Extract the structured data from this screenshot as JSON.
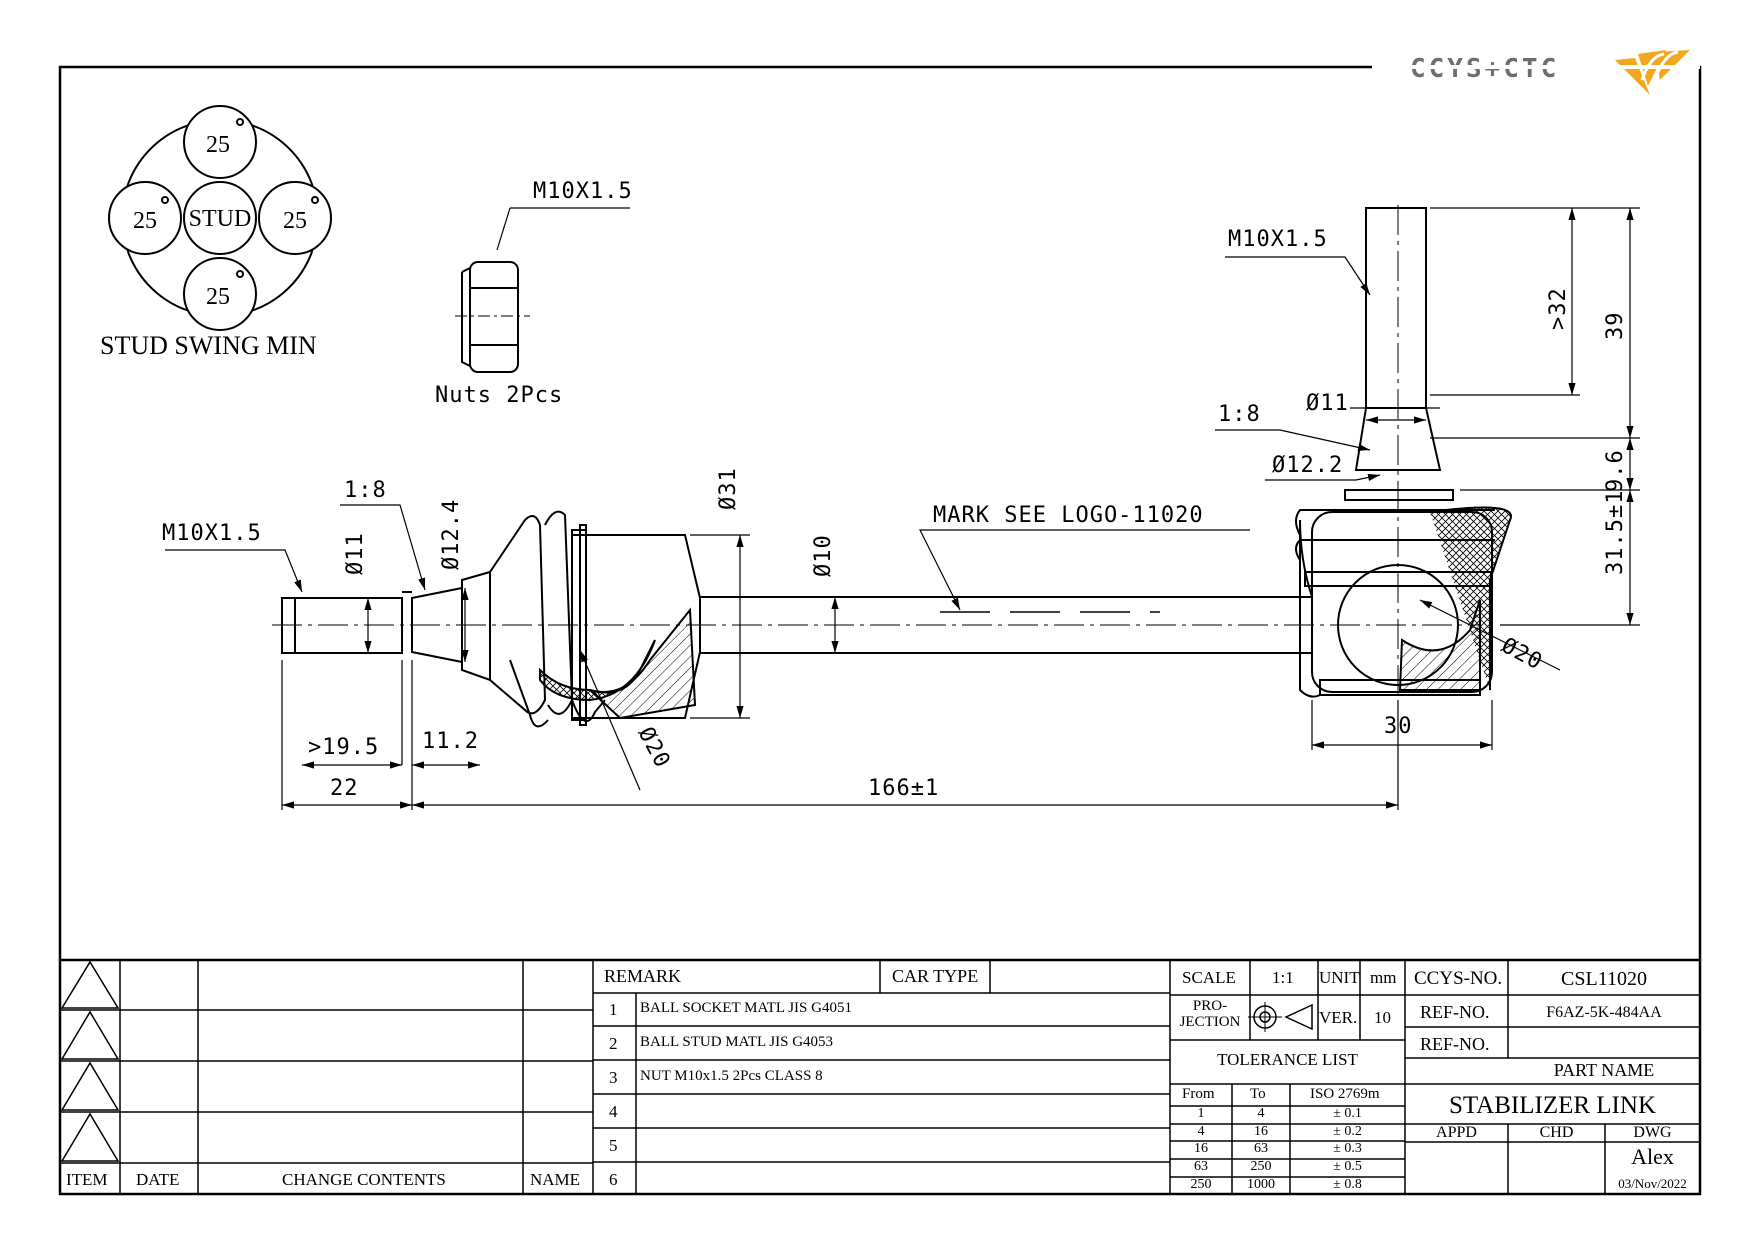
{
  "logo": {
    "text": "CCYS+CTC"
  },
  "swing": {
    "stud": "STUD",
    "angle": "25",
    "caption": "STUD SWING MIN"
  },
  "nut": {
    "thread": "M10X1.5",
    "caption": "Nuts 2Pcs"
  },
  "dims": {
    "left_thread": "M10X1.5",
    "taper_left": "1:8",
    "d11_left": "Ø11",
    "d124": "Ø12.4",
    "d31": "Ø31",
    "d10": "Ø10",
    "mark": "MARK SEE LOGO-11020",
    "d20_left": "Ø20",
    "len_195": ">19.5",
    "len_112": "11.2",
    "len_22": "22",
    "len_166": "166±1",
    "right_thread": "M10X1.5",
    "taper_right": "1:8",
    "d11_right": "Ø11",
    "d122": "Ø12.2",
    "len_32": ">32",
    "len_39": "39",
    "len_96": "9.6",
    "len_315": "31.5±1",
    "d20_right": "Ø20",
    "len_30": "30"
  },
  "revision": {
    "headers": {
      "item": "ITEM",
      "date": "DATE",
      "change": "CHANGE CONTENTS",
      "name": "NAME"
    }
  },
  "remarks": {
    "remark_label": "REMARK",
    "car_type_label": "CAR TYPE",
    "rows": [
      {
        "no": "1",
        "text": "BALL SOCKET MATL JIS G4051"
      },
      {
        "no": "2",
        "text": "BALL STUD MATL JIS G4053"
      },
      {
        "no": "3",
        "text": "NUT M10x1.5 2Pcs CLASS 8"
      },
      {
        "no": "4",
        "text": ""
      },
      {
        "no": "5",
        "text": ""
      },
      {
        "no": "6",
        "text": ""
      }
    ]
  },
  "info": {
    "scale_label": "SCALE",
    "scale": "1:1",
    "unit_label": "UNIT",
    "unit": "mm",
    "projection_label_1": "PRO-",
    "projection_label_2": "JECTION",
    "ver_label": "VER.",
    "ver": "10",
    "tolerance_title": "TOLERANCE LIST",
    "tol_headers": {
      "from": "From",
      "to": "To",
      "iso": "ISO 2769m"
    },
    "tolerances": [
      {
        "from": "1",
        "to": "4",
        "tol": "± 0.1"
      },
      {
        "from": "4",
        "to": "16",
        "tol": "± 0.2"
      },
      {
        "from": "16",
        "to": "63",
        "tol": "± 0.3"
      },
      {
        "from": "63",
        "to": "250",
        "tol": "± 0.5"
      },
      {
        "from": "250",
        "to": "1000",
        "tol": "± 0.8"
      }
    ],
    "ccys_label": "CCYS-NO.",
    "ccys_no": "CSL11020",
    "ref_label": "REF-NO.",
    "ref_no": "F6AZ-5K-484AA",
    "ref_label2": "REF-NO.",
    "ref_no2": "",
    "part_name_label": "PART NAME",
    "part_name": "STABILIZER LINK",
    "appd": "APPD",
    "chd": "CHD",
    "dwg": "DWG",
    "drawer": "Alex",
    "date": "03/Nov/2022"
  }
}
